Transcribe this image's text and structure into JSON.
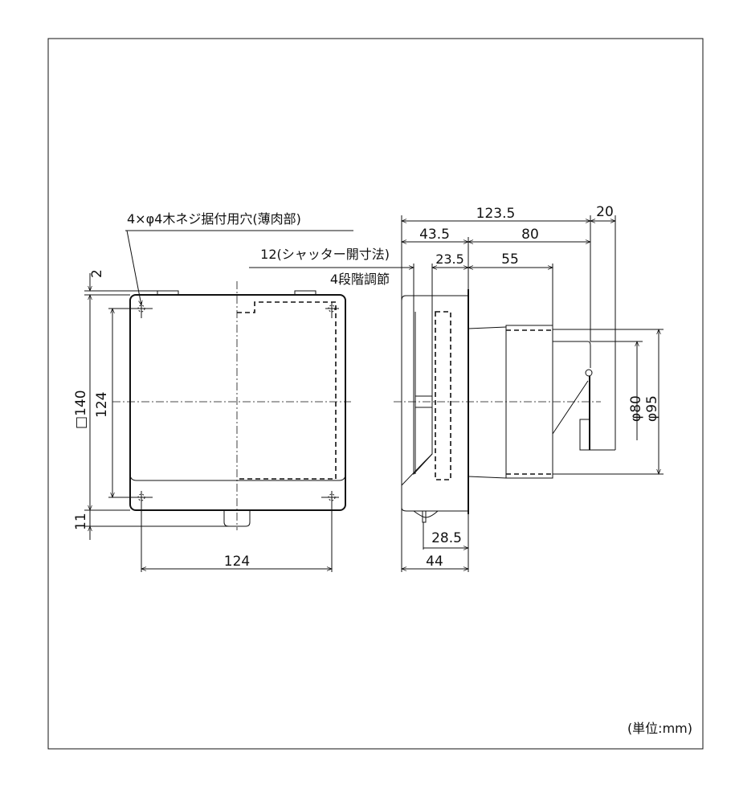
{
  "drawing": {
    "hole_note": "4×φ4木ネジ据付用穴(薄肉部)",
    "shutter_note": "12(シャッター開寸法)",
    "shutter_adjust": "4段階調節",
    "unit_label": "(単位:mm)"
  },
  "front_view": {
    "dim_top_gap": "2",
    "dim_outer_square": "□140",
    "dim_hole_pitch_vertical": "124",
    "dim_bottom_knob": "11",
    "dim_hole_pitch_horizontal": "124"
  },
  "side_view": {
    "dim_total_depth": "123.5",
    "dim_damper": "20",
    "dim_front_depth": "43.5",
    "dim_duct_length": "80",
    "dim_shutter_depth": "23.5",
    "dim_collar_length": "55",
    "dim_inner_diameter": "φ80",
    "dim_outer_diameter": "φ95",
    "dim_pull_cord": "28.5",
    "dim_body_depth": "44"
  }
}
